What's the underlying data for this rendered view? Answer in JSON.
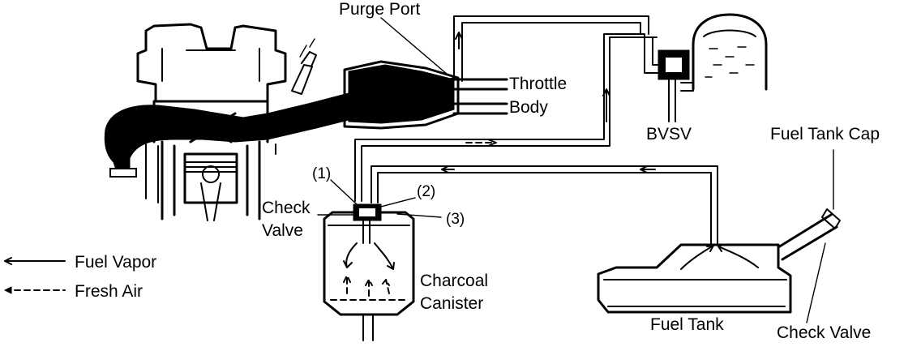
{
  "labels": {
    "purge_port": "Purge Port",
    "throttle": "Throttle",
    "body": "Body",
    "bvsv": "BVSV",
    "fuel_tank_cap": "Fuel Tank Cap",
    "check": "Check",
    "valve": "Valve",
    "n1": "(1)",
    "n2": "(2)",
    "n3": "(3)",
    "charcoal": "Charcoal",
    "canister": "Canister",
    "fuel_tank": "Fuel Tank",
    "check_valve": "Check Valve"
  },
  "legend": {
    "fuel_vapor": "Fuel Vapor",
    "fresh_air": "Fresh Air"
  }
}
